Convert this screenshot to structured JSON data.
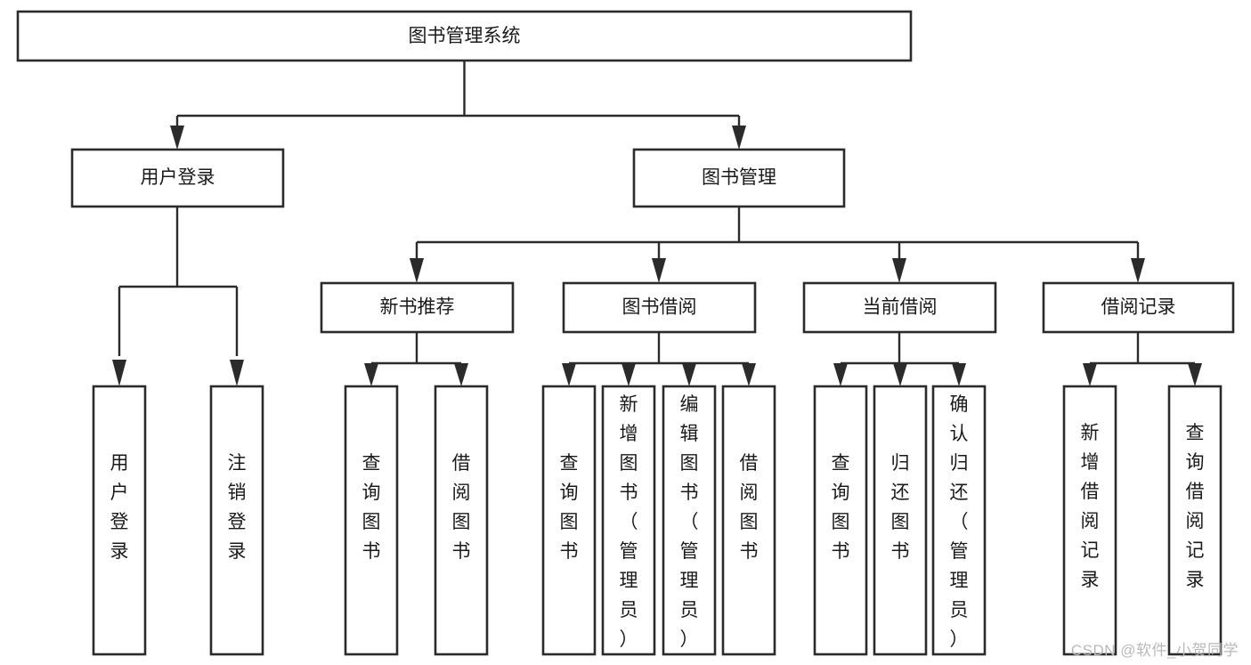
{
  "diagram": {
    "type": "tree-hierarchy",
    "title": "图书管理系统",
    "watermark": "CSDN @软件_小贺同学",
    "colors": {
      "stroke": "#2b2b2b",
      "fill": "#ffffff",
      "text": "#1a1a1a",
      "watermark": "#b9b9b9",
      "background": "#ffffff"
    },
    "levels": {
      "root": {
        "label": "图书管理系统"
      },
      "level2": [
        {
          "label": "用户登录"
        },
        {
          "label": "图书管理"
        }
      ],
      "level3": [
        {
          "label": "新书推荐"
        },
        {
          "label": "图书借阅"
        },
        {
          "label": "当前借阅"
        },
        {
          "label": "借阅记录"
        }
      ]
    },
    "nodes": {
      "root": "图书管理系统",
      "user_login": "用户登录",
      "book_manage": "图书管理",
      "new_book_rec": "新书推荐",
      "book_borrow": "图书借阅",
      "current_borrow": "当前借阅",
      "borrow_record": "借阅记录"
    },
    "leaves": {
      "user_login": [
        "用户登录",
        "注销登录"
      ],
      "new_book_rec": [
        "查询图书",
        "借阅图书"
      ],
      "book_borrow": [
        "查询图书",
        "新增图书（管理员）",
        "编辑图书（管理员）",
        "借阅图书"
      ],
      "current_borrow": [
        "查询图书",
        "归还图书",
        "确认归还（管理员）"
      ],
      "borrow_record": [
        "新增借阅记录",
        "查询借阅记录"
      ]
    },
    "leaf_list": [
      {
        "id": "leaf-user-login",
        "text": "用户登录",
        "group": "用户登录"
      },
      {
        "id": "leaf-logout",
        "text": "注销登录",
        "group": "用户登录"
      },
      {
        "id": "leaf-query-book-1",
        "text": "查询图书",
        "group": "新书推荐"
      },
      {
        "id": "leaf-borrow-book-1",
        "text": "借阅图书",
        "group": "新书推荐"
      },
      {
        "id": "leaf-query-book-2",
        "text": "查询图书",
        "group": "图书借阅"
      },
      {
        "id": "leaf-add-book",
        "text": "新增图书（管理员）",
        "group": "图书借阅"
      },
      {
        "id": "leaf-edit-book",
        "text": "编辑图书（管理员）",
        "group": "图书借阅"
      },
      {
        "id": "leaf-borrow-book-2",
        "text": "借阅图书",
        "group": "图书借阅"
      },
      {
        "id": "leaf-query-book-3",
        "text": "查询图书",
        "group": "当前借阅"
      },
      {
        "id": "leaf-return-book",
        "text": "归还图书",
        "group": "当前借阅"
      },
      {
        "id": "leaf-confirm-return",
        "text": "确认归还（管理员）",
        "group": "当前借阅"
      },
      {
        "id": "leaf-add-record",
        "text": "新增借阅记录",
        "group": "借阅记录"
      },
      {
        "id": "leaf-query-record",
        "text": "查询借阅记录",
        "group": "借阅记录"
      }
    ]
  }
}
